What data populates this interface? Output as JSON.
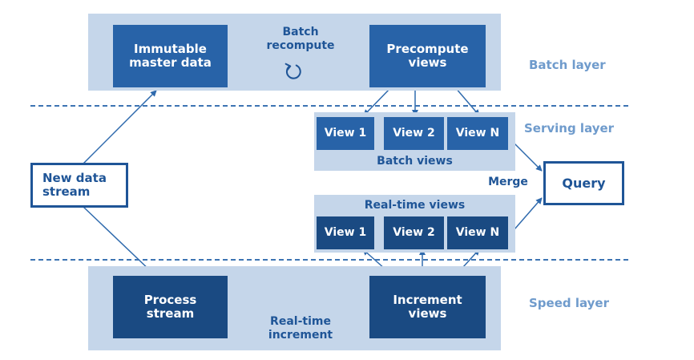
{
  "layers": {
    "batch": "Batch layer",
    "serving": "Serving layer",
    "speed": "Speed layer"
  },
  "nodes": {
    "master_data": "Immutable\nmaster data",
    "precompute": "Precompute\nviews",
    "new_data": "New data\nstream",
    "query": "Query",
    "process": "Process\nstream",
    "increment": "Increment\nviews"
  },
  "batch_views": {
    "title": "Batch views",
    "items": [
      "View 1",
      "View 2",
      "View N"
    ]
  },
  "realtime_views": {
    "title": "Real-time views",
    "items": [
      "View 1",
      "View 2",
      "View N"
    ]
  },
  "edge_labels": {
    "batch_recompute": "Batch\nrecompute",
    "realtime_increment": "Real-time\nincrement",
    "merge": "Merge"
  },
  "icons": {
    "recompute": "circular-arrow-icon"
  },
  "colors": {
    "panel": "#c5d6ea",
    "node_mid": "#2863a8",
    "node_dark": "#1a4a82",
    "accent": "#1f5597",
    "layer_label": "#6f9bcc"
  }
}
